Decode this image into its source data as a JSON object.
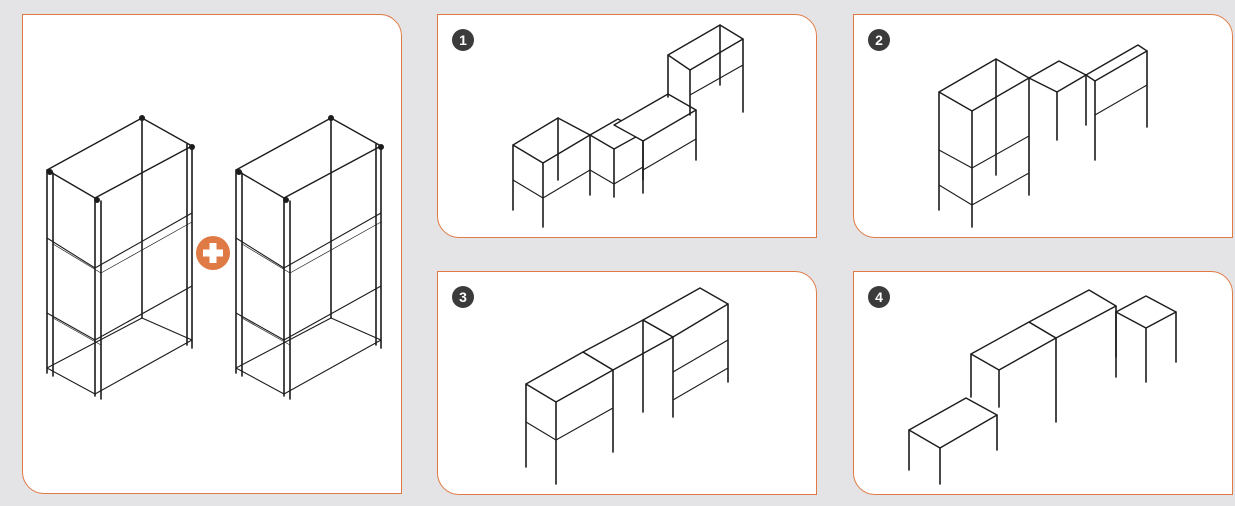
{
  "panels": [
    {
      "id": "source",
      "badge": ""
    },
    {
      "id": "step1",
      "badge": "1"
    },
    {
      "id": "step2",
      "badge": "2"
    },
    {
      "id": "step3",
      "badge": "3"
    },
    {
      "id": "step4",
      "badge": "4"
    }
  ],
  "icons": {
    "plus": "plus-icon"
  },
  "colors": {
    "accent": "#e07a45",
    "background": "#e4e4e6",
    "line": "#1c1c1c"
  }
}
